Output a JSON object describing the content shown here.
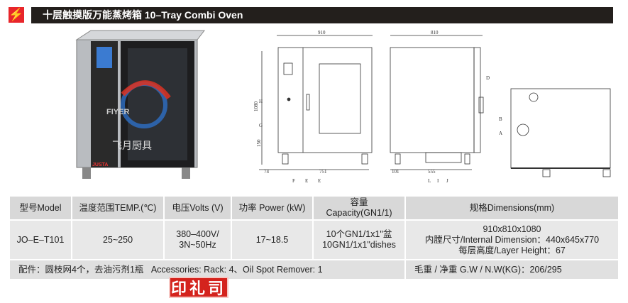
{
  "header": {
    "icon": "lightning-icon",
    "title": "十层触摸版万能蒸烤箱 10–Tray Combi Oven"
  },
  "photo": {
    "brand_logo": "FIYER",
    "brand_cn": "飞月厨具",
    "badge": "JUSTA"
  },
  "drawing": {
    "front": {
      "width": "910",
      "height": "1080",
      "base": "150",
      "left": "74",
      "feet": "751",
      "labels": [
        "H",
        "G",
        "F",
        "E",
        "E"
      ]
    },
    "side": {
      "width": "810",
      "left": "101",
      "feet": "555",
      "labels": [
        "D",
        "L",
        "I",
        "J"
      ]
    },
    "top": {
      "labels": [
        "B",
        "A"
      ]
    }
  },
  "table": {
    "headers": [
      "型号Model",
      "温度范围TEMP.(℃)",
      "电压Volts (V)",
      "功率 Power (kW)",
      "容量\nCapacity(GN1/1)",
      "规格Dimensions(mm)"
    ],
    "row": {
      "model": "JO–E–T101",
      "temp": "25~250",
      "volts": [
        "380–400V/",
        "3N~50Hz"
      ],
      "power": "17~18.5",
      "capacity": [
        "10个GN1/1x1\"盆",
        "10GN1/1x1\"dishes"
      ],
      "dimensions": [
        "910x810x1080",
        "内膛尺寸/Internal Dimension：440x645x770",
        "每层高度/Layer Height：67"
      ]
    },
    "accessories": "配件：圆枝网4个，去油污剂1瓶   Accessories: Rack: 4、Oil Spot Remover: 1",
    "weight": "毛重 / 净重 G.W / N.W(KG)：206/295"
  },
  "seal": "印礼司"
}
